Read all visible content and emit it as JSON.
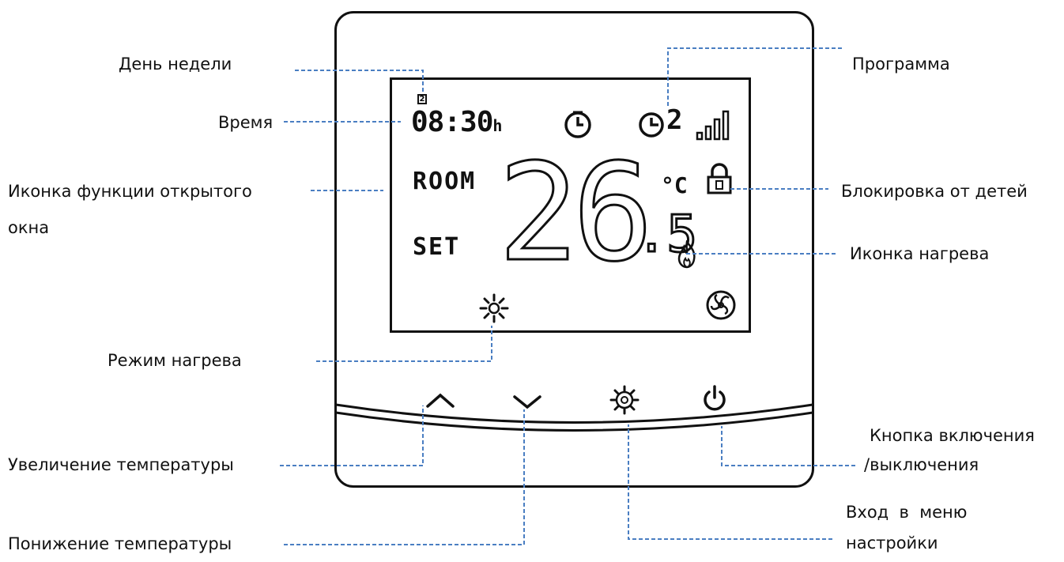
{
  "labels": {
    "day_of_week": "День недели",
    "time": "Время",
    "open_window_line1": "Иконка функции открытого",
    "open_window_line2": "окна",
    "heating_mode": "Режим нагрева",
    "temp_up": "Увеличение температуры",
    "temp_down": "Понижение температуры",
    "program": "Программа",
    "child_lock": "Блокировка от детей",
    "heating_icon": "Иконка нагрева",
    "power_line1": "Кнопка включения",
    "power_line2": "/выключения",
    "settings_line1": "Вход  в  меню",
    "settings_line2": "настройки"
  },
  "display": {
    "day_number": "2",
    "time_value": "08:30",
    "time_unit": "h",
    "program_number": "2",
    "room_label": "ROOM",
    "set_label": "SET",
    "temperature_main": "26",
    "temperature_decimal": ".5",
    "unit": "°C"
  },
  "colors": {
    "leader_line": "#4a7ec2",
    "outline": "#111111"
  },
  "icons": {
    "clock": "clock-icon",
    "program": "program-clock-icon",
    "signal": "signal-bars-icon",
    "lock": "lock-icon",
    "flame": "flame-icon",
    "sun": "sun-icon",
    "fan": "fan-icon",
    "up": "chevron-up-icon",
    "down": "chevron-down-icon",
    "gear": "gear-icon",
    "power": "power-icon"
  }
}
